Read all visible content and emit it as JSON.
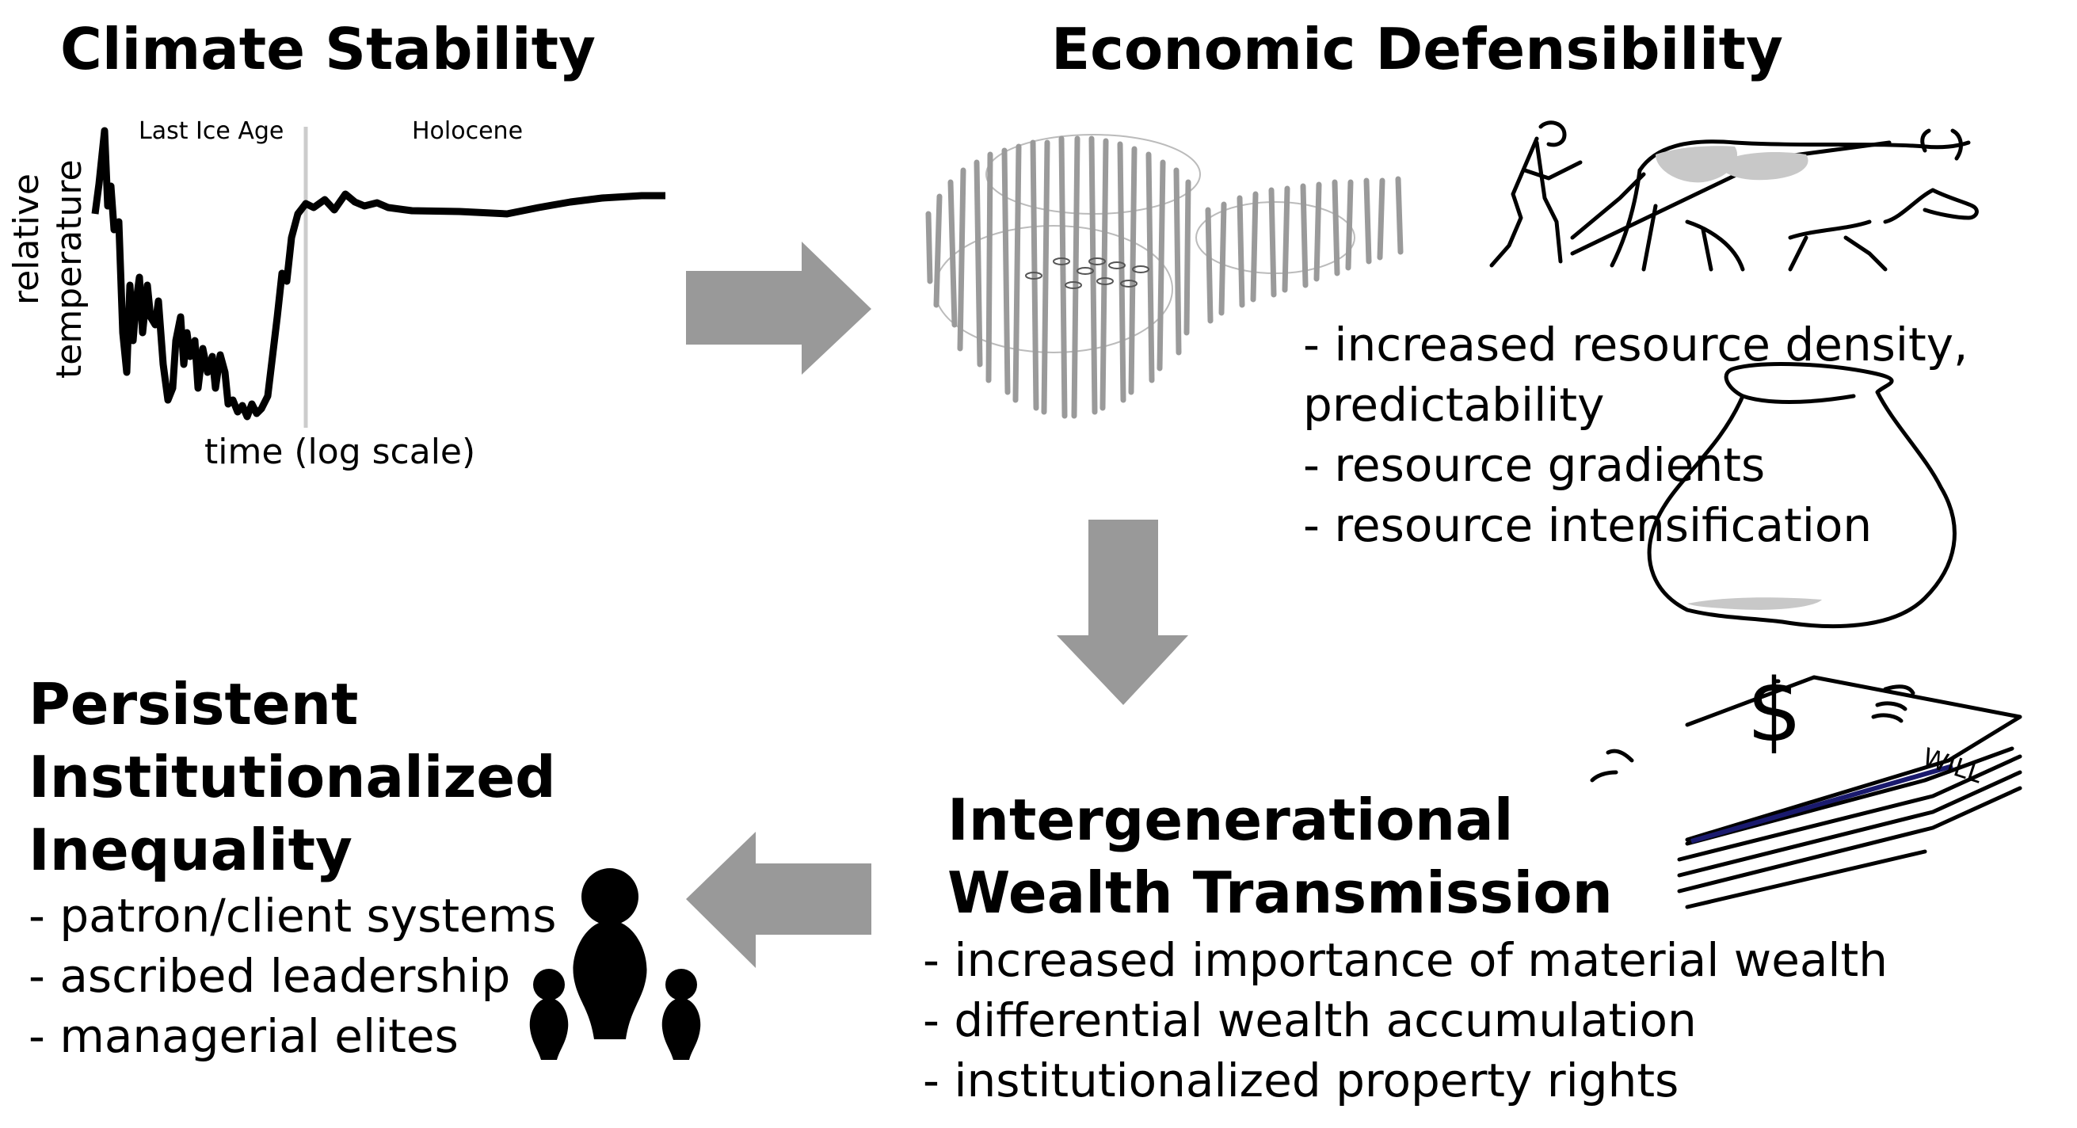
{
  "climate": {
    "title": "Climate Stability",
    "ylabel_line1": "relative",
    "ylabel_line2": "temperature",
    "xlabel": "time (log scale)",
    "period_left": "Last Ice Age",
    "period_right": "Holocene"
  },
  "economic": {
    "title": "Economic Defensibility",
    "bullets": [
      "- increased resource density,",
      "predictability",
      "- resource gradients",
      "- resource intensification"
    ]
  },
  "wealth": {
    "title_line1": "Intergenerational",
    "title_line2": "Wealth Transmission",
    "bullets": [
      "- increased importance of material wealth",
      "- differential wealth accumulation",
      "- institutionalized property rights"
    ],
    "money_symbol": "$",
    "will_label": "WILL"
  },
  "inequality": {
    "title_line1": "Persistent",
    "title_line2": "Institutionalized",
    "title_line3": "Inequality",
    "bullets": [
      "- patron/client systems",
      "- ascribed leadership",
      "- managerial elites"
    ]
  },
  "colors": {
    "arrow": "#999999",
    "line": "#000000",
    "fence": "#9a9a9a",
    "divider": "#cccccc"
  },
  "icons": [
    "temperature-curve",
    "fence-enclosure-icon",
    "farmer-plowing-ox-icon",
    "money-bag-icon",
    "will-document-icon",
    "people-hierarchy-icon"
  ]
}
